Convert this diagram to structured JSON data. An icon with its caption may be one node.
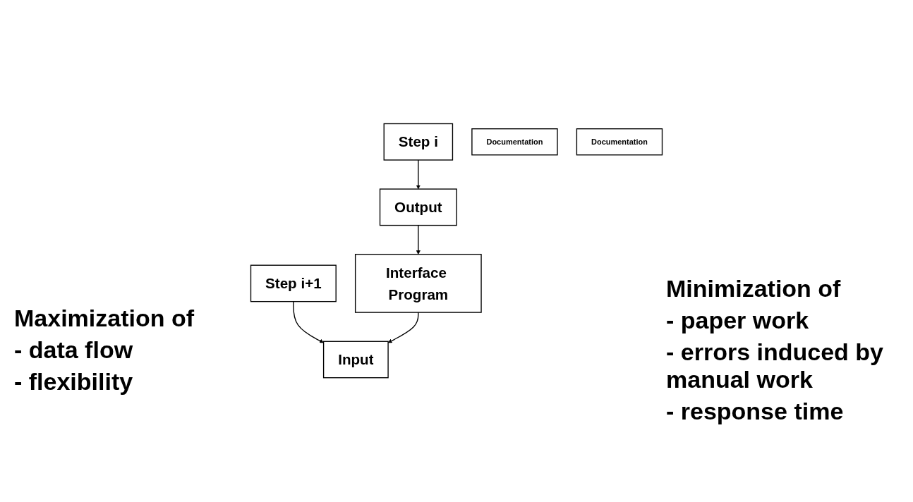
{
  "diagram": {
    "nodes": [
      {
        "text": [
          "Step i"
        ]
      },
      {
        "text": [
          "Step i+1"
        ]
      },
      {
        "text": [
          "Documentation"
        ]
      },
      {
        "text": [
          "Output"
        ]
      },
      {
        "text": [
          "Input"
        ]
      },
      {
        "text": [
          "Interface Program"
        ]
      },
      {
        "text": [
          "Documentation"
        ]
      }
    ],
    "edges": [
      {
        "from": 0,
        "to": 3,
        "arrow": "to"
      },
      {
        "from": 1,
        "to": 4,
        "arrow": "to"
      },
      {
        "from": 3,
        "to": 5,
        "arrow": "to"
      },
      {
        "from": 5,
        "to": 4,
        "arrow": "to"
      }
    ],
    "labels": [
      "Maximization of",
      "- data flow",
      "- flexibility",
      "Minimization of",
      "- paper work",
      "- errors induced by manual work",
      "- response time"
    ]
  }
}
